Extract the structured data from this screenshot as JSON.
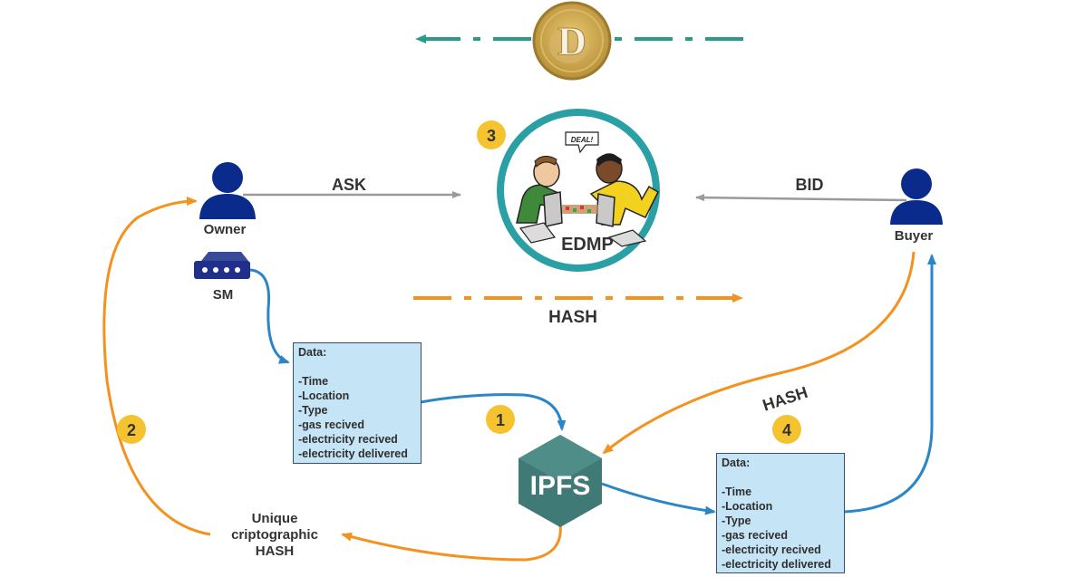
{
  "colors": {
    "orange": "#f4921f",
    "blue": "#2a86c6",
    "teal": "#2a9a89",
    "grey_arrow": "#9a9a9a",
    "user_blue": "#0a2a8c",
    "badge": "#f6c330",
    "box_fill": "#c5e4f5",
    "ipfs_fill": "#3f7a77"
  },
  "icons": {
    "coin": "doge-coin-icon",
    "users": "user-icon",
    "meter": "smart-meter-icon",
    "market": "traders-illustration-icon",
    "storage": "hexagon-icon"
  },
  "labels": {
    "owner": "Owner",
    "sm": "SM",
    "buyer": "Buyer",
    "ask": "ASK",
    "bid": "BID",
    "edmp": "EDMP",
    "deal": "DEAL!",
    "hash_center": "HASH",
    "hash_diag": "HASH",
    "ipfs": "IPFS",
    "coin_letter": "D",
    "unique_hash": [
      "Unique",
      "criptographic",
      "HASH"
    ]
  },
  "badges": [
    "1",
    "2",
    "3",
    "4"
  ],
  "data_box": {
    "title": "Data:",
    "items": [
      "-Time",
      "-Location",
      "-Type",
      "-gas recived",
      "-electricity recived",
      "-electricity delivered"
    ]
  },
  "data_box_2": {
    "title": "Data:",
    "items": [
      "-Time",
      "-Location",
      "-Type",
      "-gas recived",
      "-electricity recived",
      "-electricity delivered"
    ]
  }
}
